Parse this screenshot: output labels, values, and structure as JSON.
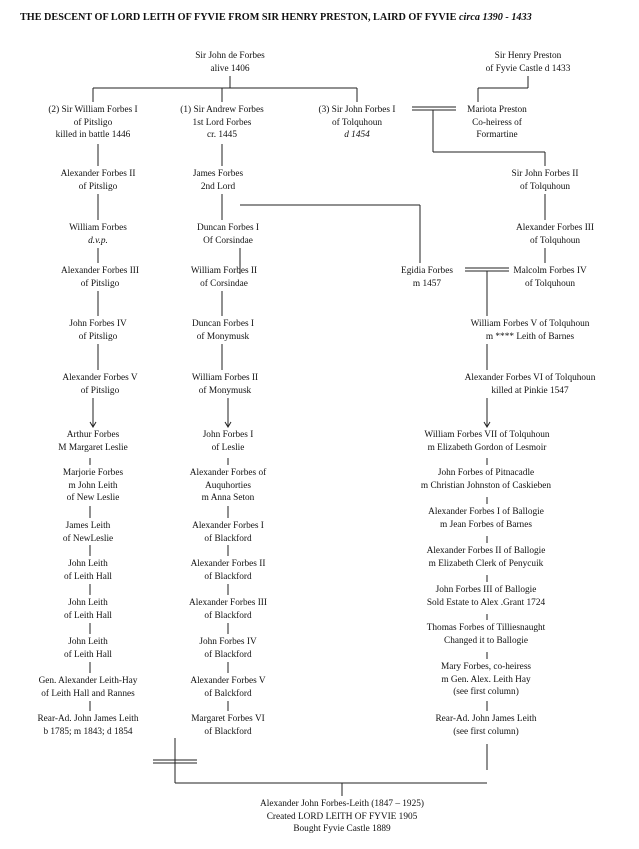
{
  "title": {
    "main": "THE DESCENT OF LORD LEITH OF FYVIE FROM SIR HENRY PRESTON, LAIRD OF FYVIE",
    "circa": "circa 1390 - 1433"
  },
  "nodes": {
    "sir_john_de_forbes": [
      "Sir John de Forbes",
      "alive 1406"
    ],
    "sir_henry_preston": [
      "Sir Henry Preston",
      "of Fyvie Castle d 1433"
    ],
    "sir_william_forbes_1": [
      "(2) Sir William Forbes I",
      "of Pitsligo",
      "killed in battle 1446"
    ],
    "sir_andrew_forbes": [
      "(1) Sir Andrew Forbes",
      "1st Lord Forbes",
      "cr. 1445"
    ],
    "sir_john_forbes_1": [
      "(3) Sir John Forbes I",
      "of Tolquhoun",
      "d 1454"
    ],
    "mariota_preston": [
      "Mariota Preston",
      "Co-heiress of",
      "Formartine"
    ],
    "alexander_forbes_2_pitsligo": [
      "Alexander Forbes II",
      "of Pitsligo"
    ],
    "james_forbes_2nd_lord": [
      "James Forbes",
      "2nd Lord"
    ],
    "sir_john_forbes_2": [
      "Sir John Forbes II",
      "of Tolquhoun"
    ],
    "william_forbes_dvp": [
      "William Forbes",
      "d.v.p."
    ],
    "duncan_forbes_1_corsindae": [
      "Duncan Forbes I",
      "Of Corsindae"
    ],
    "alexander_forbes_3_tolquhoun": [
      "Alexander Forbes III",
      "of Tolquhoun"
    ],
    "alexander_forbes_3_pitsligo": [
      "Alexander Forbes III",
      "of Pitsligo"
    ],
    "william_forbes_2_corsindae": [
      "William Forbes II",
      "of Corsindae"
    ],
    "egidia_forbes": [
      "Egidia Forbes",
      "m 1457"
    ],
    "malcolm_forbes_4": [
      "Malcolm Forbes IV",
      "of Tolquhoun"
    ],
    "john_forbes_4_pitsligo": [
      "John Forbes IV",
      "of Pitsligo"
    ],
    "duncan_forbes_1_monymusk": [
      "Duncan Forbes I",
      "of Monymusk"
    ],
    "william_forbes_5_tolquhoun": [
      "William Forbes V of Tolquhoun",
      "m **** Leith of Barnes"
    ],
    "alexander_forbes_5_pitsligo": [
      "Alexander Forbes V",
      "of Pitsligo"
    ],
    "william_forbes_2_monymusk": [
      "William Forbes II",
      "of Monymusk"
    ],
    "alexander_forbes_6_tolquhoun": [
      "Alexander Forbes VI of Tolquhoun",
      "killed at Pinkie 1547"
    ],
    "arthur_forbes": [
      "Arthur Forbes",
      "M Margaret Leslie"
    ],
    "john_forbes_1_leslie": [
      "John Forbes I",
      "of Leslie"
    ],
    "william_forbes_7_tolquhoun": [
      "William Forbes VII of Tolquhoun",
      "m Elizabeth Gordon of Lesmoir"
    ],
    "marjorie_forbes": [
      "Marjorie Forbes",
      "m John Leith",
      "of New Leslie"
    ],
    "alexander_forbes_auquhorties": [
      "Alexander Forbes of",
      "Auquhorties",
      "m Anna Seton"
    ],
    "john_forbes_pitnacadle": [
      "John Forbes of Pitnacadle",
      "m Christian Johnston of Caskieben"
    ],
    "alexander_forbes_1_ballogie": [
      "Alexander Forbes I of Ballogie",
      "m  Jean Forbes of Barnes"
    ],
    "james_leith": [
      "James Leith",
      "of NewLeslie"
    ],
    "alexander_forbes_1_blackford": [
      "Alexander Forbes I",
      "of Blackford"
    ],
    "alexander_forbes_2_ballogie": [
      "Alexander Forbes II of Ballogie",
      "m  Elizabeth Clerk of Penycuik"
    ],
    "john_leith_1": [
      "John Leith",
      "of  Leith Hall"
    ],
    "alexander_forbes_2_blackford": [
      "Alexander Forbes II",
      "of Blackford"
    ],
    "john_forbes_3_ballogie": [
      "John Forbes III of Ballogie",
      "Sold Estate to Alex .Grant 1724"
    ],
    "john_leith_2": [
      "John Leith",
      "of  Leith Hall"
    ],
    "alexander_forbes_3_blackford": [
      "Alexander Forbes III",
      "of Blackford"
    ],
    "thomas_forbes": [
      "Thomas Forbes of Tilliesnaught",
      "Changed it to Ballogie"
    ],
    "john_leith_3": [
      "John Leith",
      "of  Leith Hall"
    ],
    "john_forbes_4_blackford": [
      "John Forbes IV",
      "of Blackford"
    ],
    "mary_forbes": [
      "Mary Forbes, co-heiress",
      "m Gen. Alex. Leith Hay",
      "(see first column)"
    ],
    "gen_alexander_leith_hay": [
      "Gen. Alexander Leith-Hay",
      "of Leith Hall and Rannes"
    ],
    "alexander_forbes_5_blackford": [
      "Alexander Forbes V",
      "of Balckford"
    ],
    "rear_ad_1": [
      "Rear-Ad. John James Leith",
      "b 1785; m 1843; d 1854"
    ],
    "margaret_forbes": [
      "Margaret Forbes VI",
      "of Blackford"
    ],
    "rear_ad_2": [
      "Rear-Ad. John James Leith",
      "(see first column)"
    ],
    "alexander_john_forbes_leith": [
      "Alexander John Forbes-Leith (1847 – 1925)",
      "Created LORD LEITH OF FYVIE 1905",
      "Bought Fyvie Castle 1889"
    ]
  },
  "colors": {
    "line": "#222222",
    "text": "#111111",
    "background": "#ffffff"
  }
}
